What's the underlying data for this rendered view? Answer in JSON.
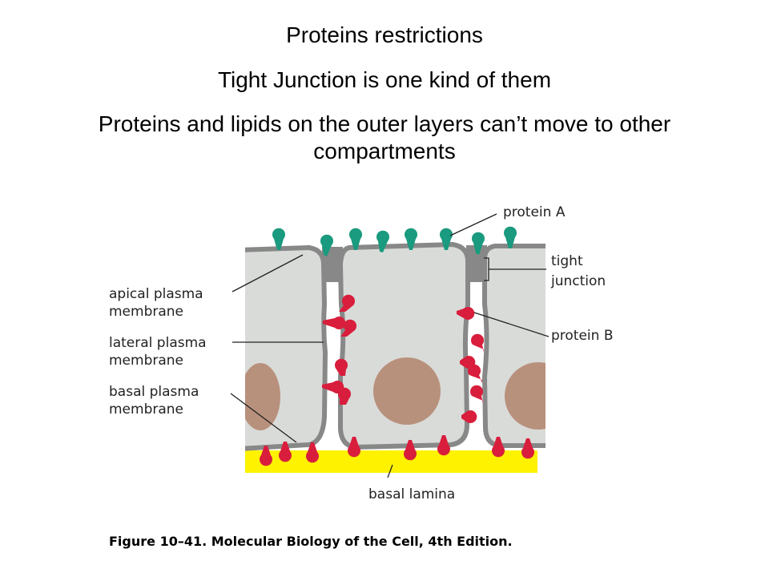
{
  "header": {
    "line1": "Proteins restrictions",
    "line2": "Tight Junction is one kind of them",
    "line3": "Proteins and lipids on the outer layers can’t move to other compartments"
  },
  "diagram": {
    "labels": {
      "protein_a": "protein A",
      "tight_1": "tight",
      "tight_2": "junction",
      "protein_b": "protein B",
      "apical_1": "apical plasma",
      "apical_2": "membrane",
      "lateral_1": "lateral plasma",
      "lateral_2": "membrane",
      "basal_1": "basal plasma",
      "basal_2": "membrane",
      "lamina": "basal lamina"
    },
    "caption": "Figure 10–41. Molecular Biology of the Cell, 4th Edition.",
    "colors": {
      "cell": "#d9dbd9",
      "membrane": "#888888",
      "nucleus": "#b8917c",
      "protein_a": "#1a9a7e",
      "protein_b": "#d81e3c",
      "lamina": "#fff200"
    }
  }
}
